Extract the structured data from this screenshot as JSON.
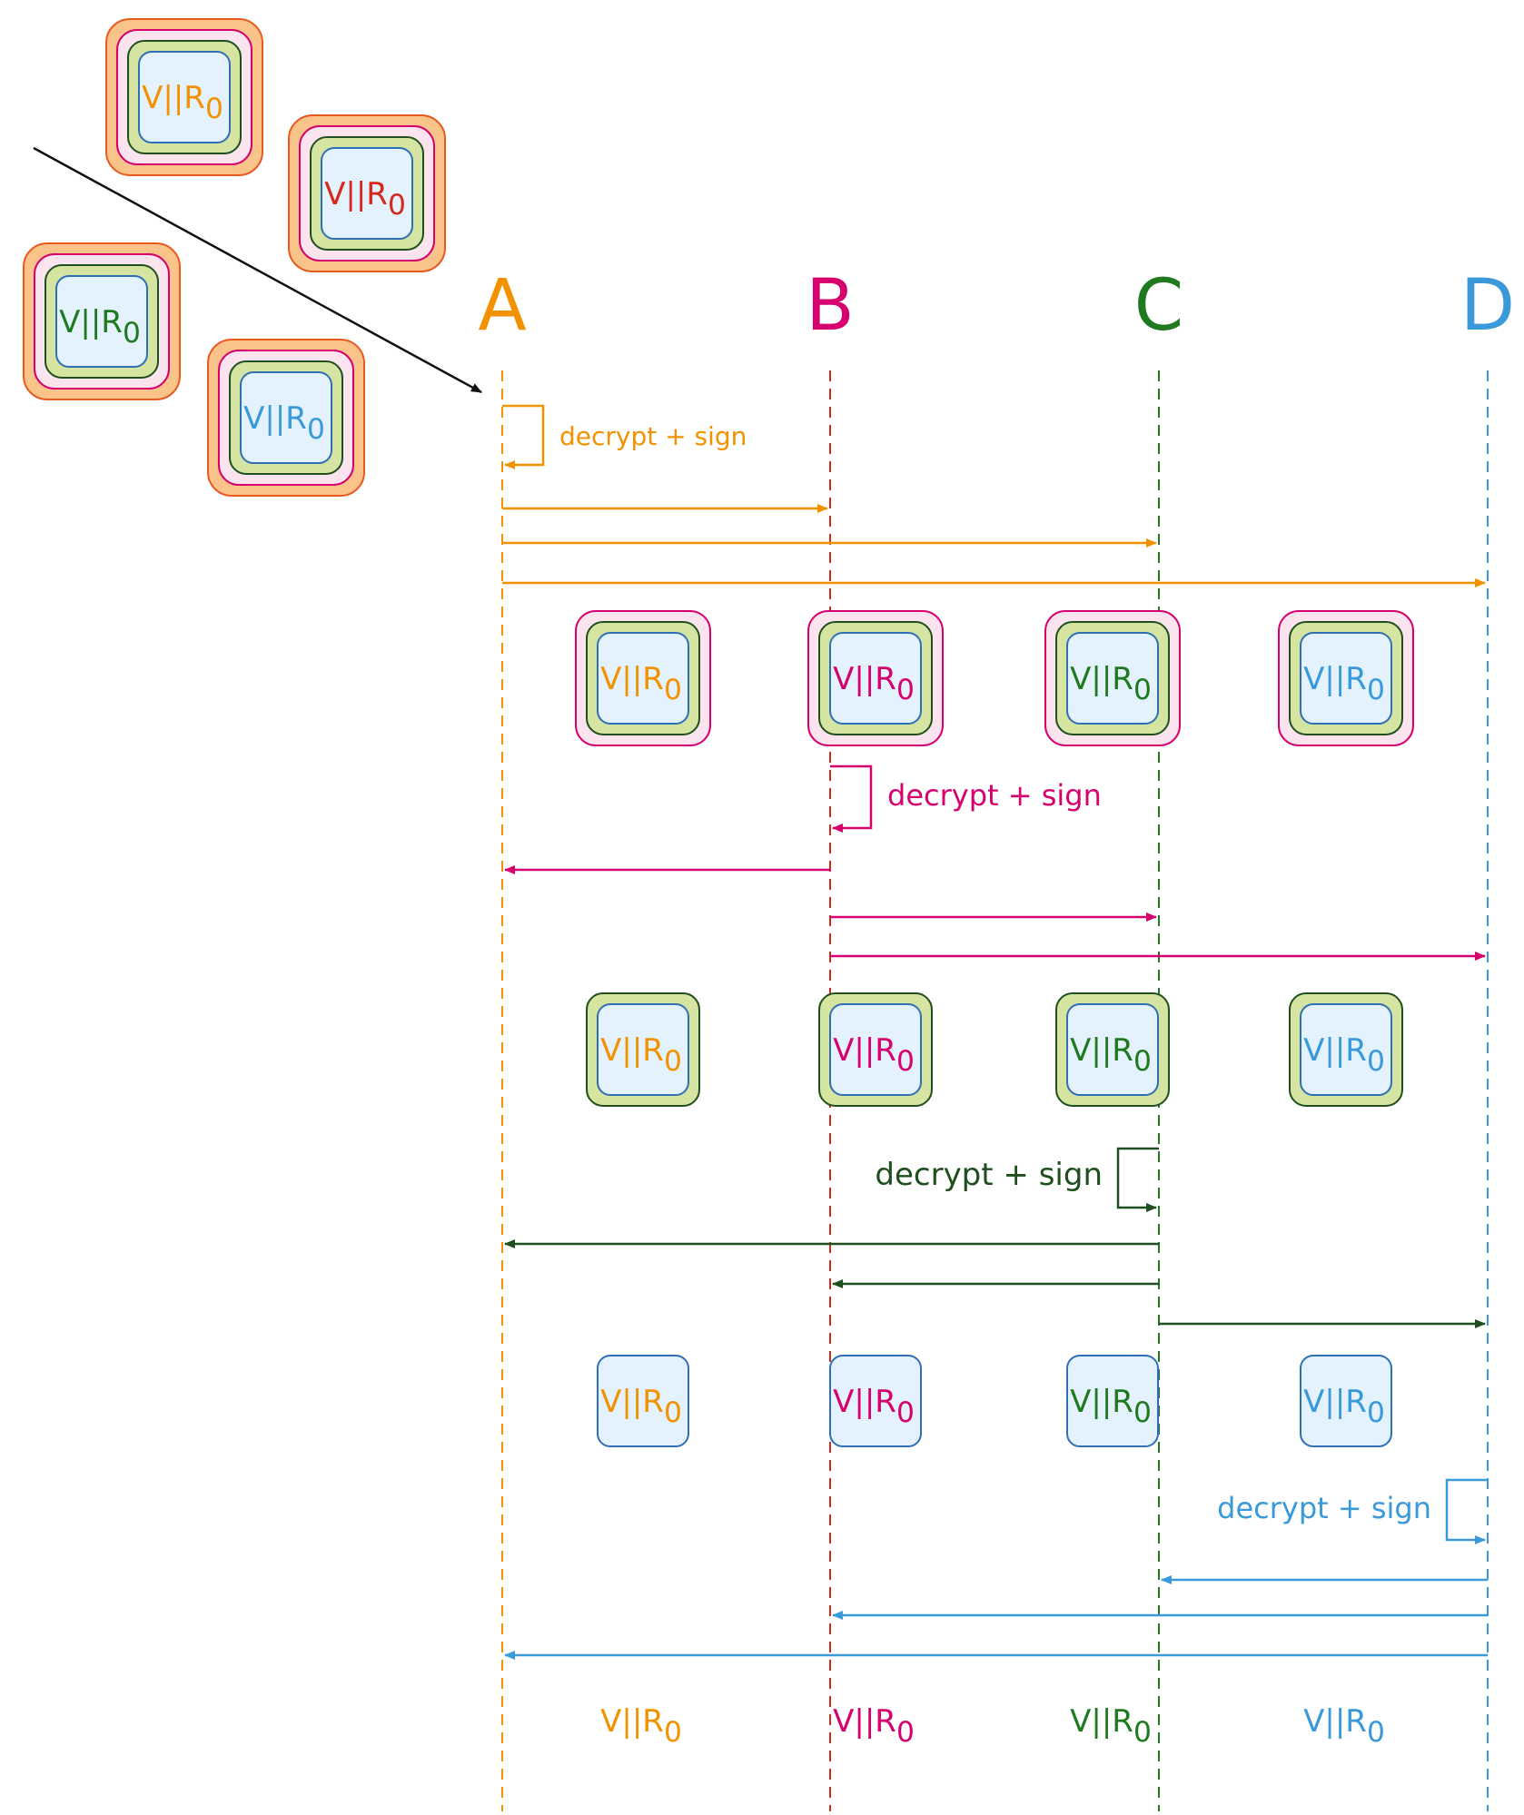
{
  "colors": {
    "A": "#F39200",
    "B": "#D6006E",
    "C": "#1F7A1F",
    "D": "#3A9AD9",
    "D_text": "#3A9AD9",
    "red_label": "#D6281C",
    "outer_orange_fill": "#FAC38A",
    "outer_orange_stroke": "#E85A1E",
    "pink_fill": "#FCE4EF",
    "pink_stroke": "#D6006E",
    "green_fill": "#D6E4A2",
    "green_stroke": "#1F4F1F",
    "blue_fill": "#E3F2FC",
    "blue_stroke": "#2F6FB5",
    "black": "#111111"
  },
  "participants": [
    {
      "id": "A",
      "label": "A"
    },
    {
      "id": "B",
      "label": "B"
    },
    {
      "id": "C",
      "label": "C"
    },
    {
      "id": "D",
      "label": "D"
    }
  ],
  "packet": {
    "base": "V||R",
    "sub": "0"
  },
  "step_label": "decrypt + sign",
  "initial_packets": [
    {
      "text_color": "A"
    },
    {
      "text_color": "red_label"
    },
    {
      "text_color": "C"
    },
    {
      "text_color": "D_text"
    }
  ],
  "rounds": [
    {
      "actor": "A",
      "targets": [
        "B",
        "C",
        "D"
      ],
      "after_layers": [
        "pink",
        "green",
        "blue"
      ]
    },
    {
      "actor": "B",
      "targets": [
        "A",
        "C",
        "D"
      ],
      "after_layers": [
        "green",
        "blue"
      ]
    },
    {
      "actor": "C",
      "targets": [
        "A",
        "B",
        "D"
      ],
      "after_layers": [
        "blue"
      ]
    },
    {
      "actor": "D",
      "targets": [
        "C",
        "B",
        "A"
      ],
      "after_layers": []
    }
  ],
  "packet_text_colors": [
    "A",
    "B",
    "C",
    "D_text"
  ]
}
